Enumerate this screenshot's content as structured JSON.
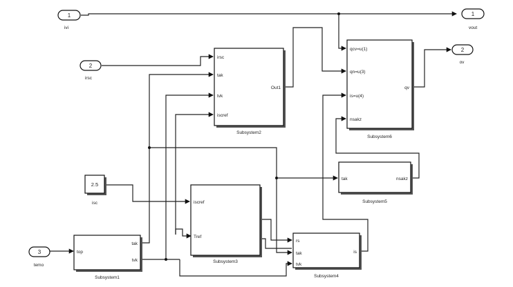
{
  "inports": [
    {
      "number": "1",
      "name": "ivi"
    },
    {
      "number": "2",
      "name": "irsc"
    },
    {
      "number": "3",
      "name": "temo"
    }
  ],
  "outports": [
    {
      "number": "1",
      "name": "vout"
    },
    {
      "number": "2",
      "name": "ov"
    }
  ],
  "constant": {
    "value": "2.5",
    "name": "isc"
  },
  "subsystems": {
    "s1": {
      "name": "Subsystem1",
      "in_ports": [
        "top"
      ],
      "out_ports": [
        "tak",
        "tvk"
      ]
    },
    "s2": {
      "name": "Subsystem2",
      "in_ports": [
        "irsc",
        "tak",
        "tvk",
        "iscref"
      ],
      "out_ports": [
        "Out1"
      ]
    },
    "s3": {
      "name": "Subsystem3",
      "in_ports": [
        "iscref",
        "Tref"
      ],
      "out_ports": []
    },
    "s4": {
      "name": "Subsystem4",
      "in_ports": [
        "rs",
        "tak",
        "tvk"
      ],
      "out_ports": [
        "is"
      ]
    },
    "s5": {
      "name": "Subsystem5",
      "in_ports": [
        "tak"
      ],
      "out_ports": [
        "nsakz"
      ]
    },
    "s6": {
      "name": "Subsystem6",
      "in_ports": [
        "qcv=u(1)",
        "qn=u(3)",
        "is=u(4)",
        "nsakz"
      ],
      "out_ports": [
        "qv"
      ]
    }
  },
  "colors": {
    "line": "#222222",
    "block_fill": "#ffffff",
    "shadow": "#555555"
  }
}
